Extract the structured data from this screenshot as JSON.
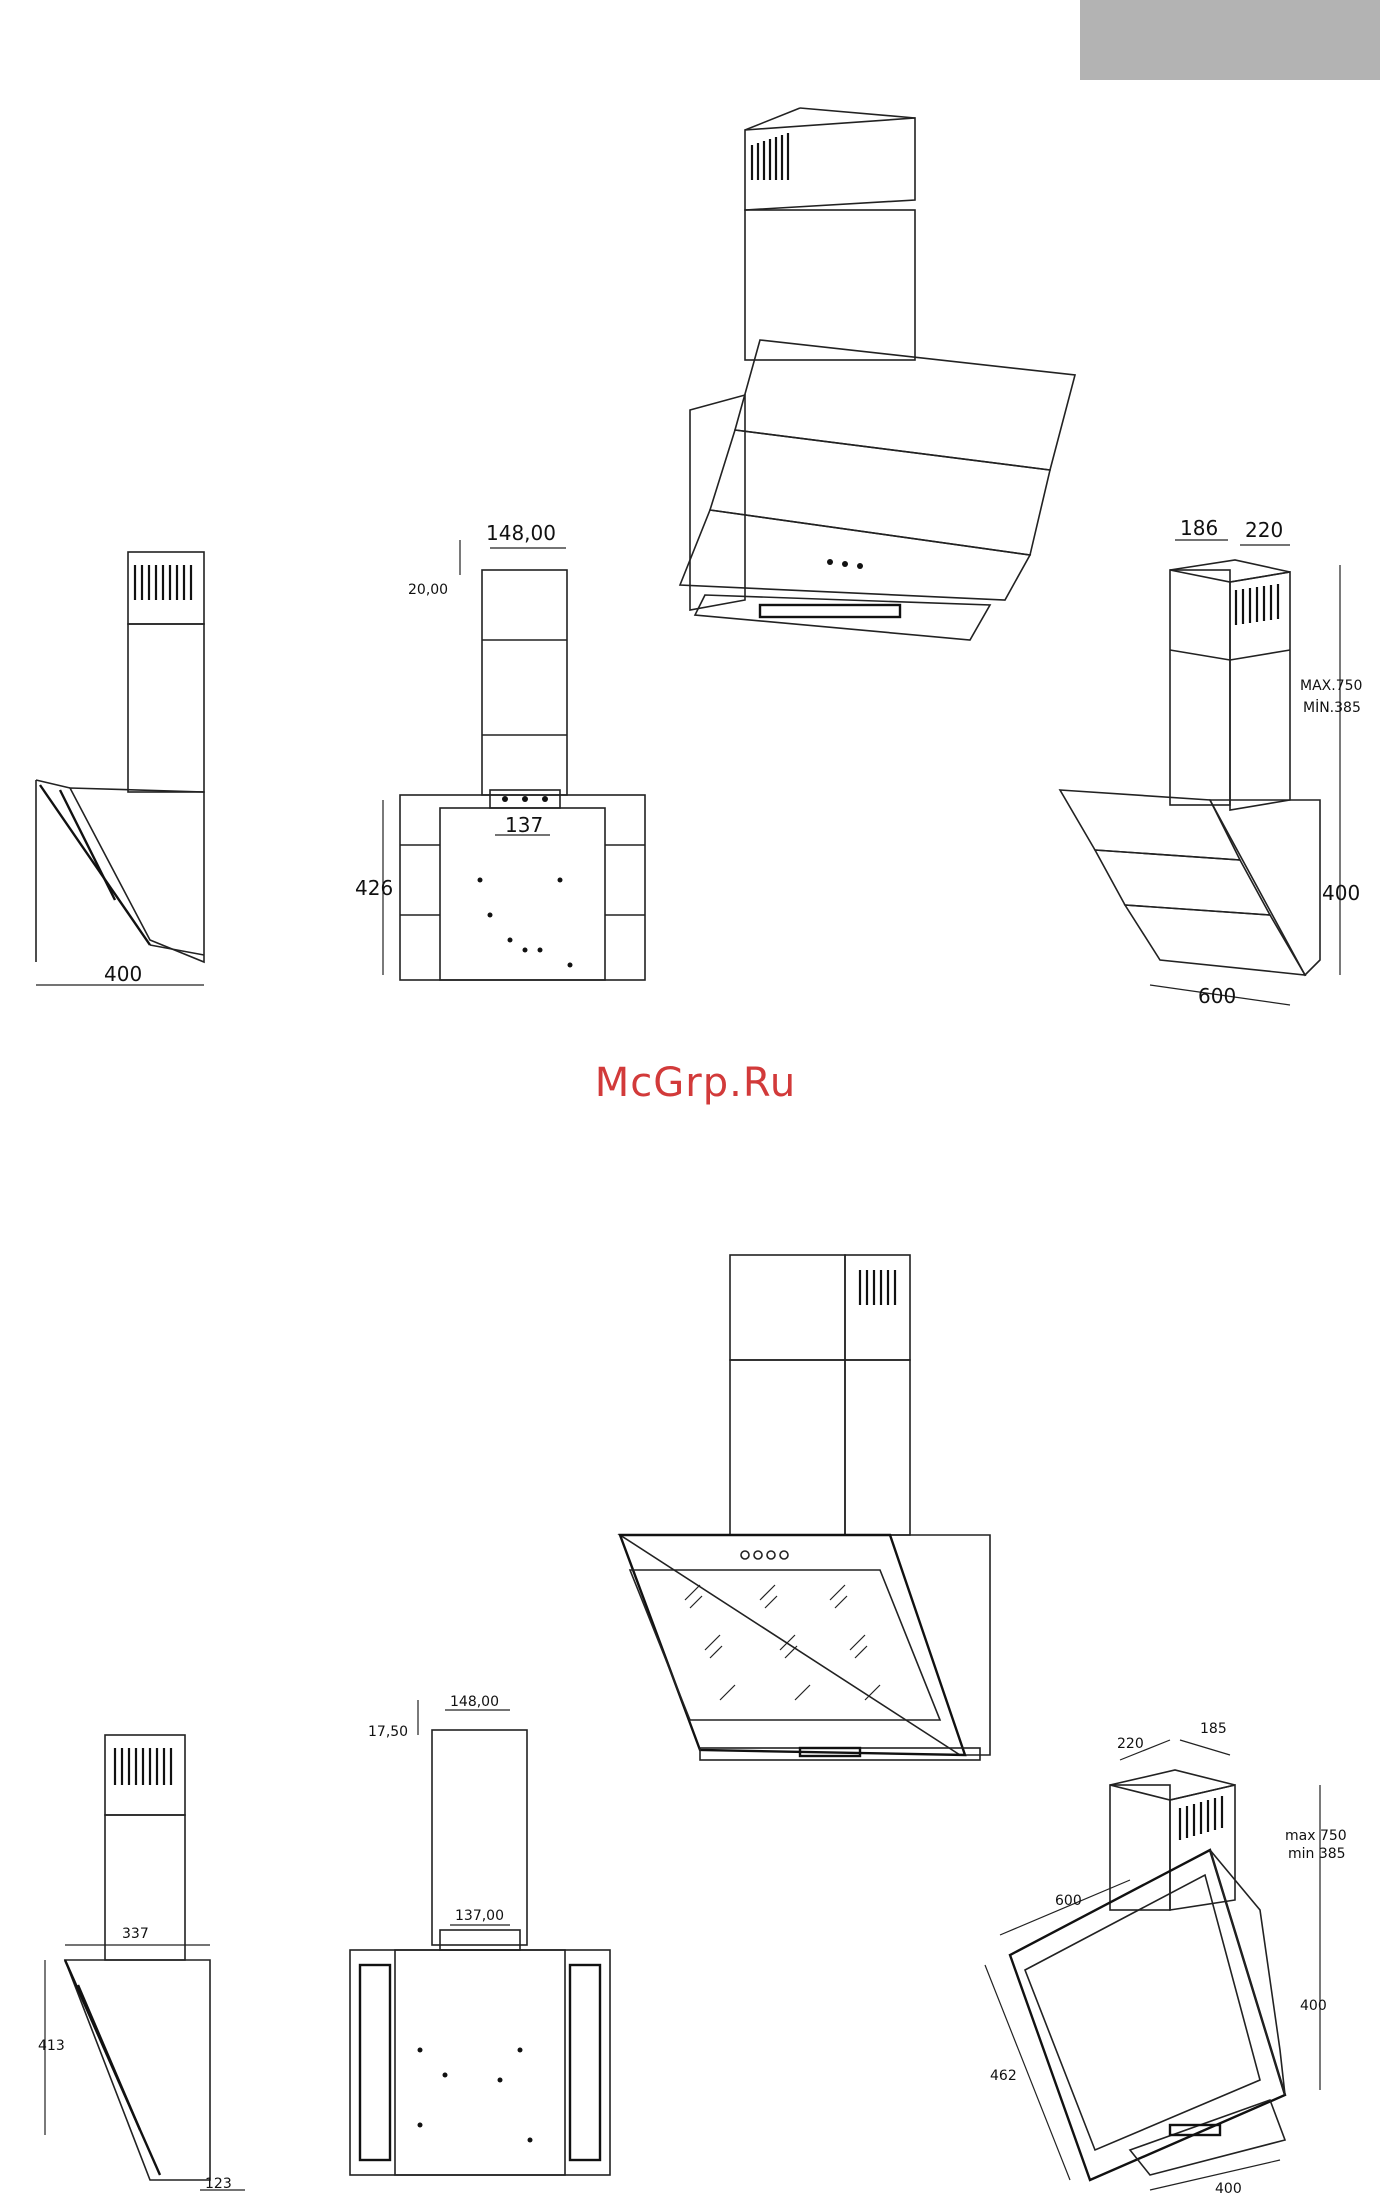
{
  "watermark": "McGrp.Ru",
  "colors": {
    "header_tab": "#b3b3b3",
    "watermark": "#d23a3a",
    "line": "#222222"
  },
  "diagram1": {
    "side_width": "400",
    "front_chimney_width": "148,00",
    "front_top_gap": "20,00",
    "front_bracket_width": "137",
    "front_height": "426",
    "iso_depth": "186",
    "iso_width": "220",
    "iso_max": "MAX.750",
    "iso_min": "MİN.385",
    "iso_body_height": "400",
    "iso_body_width": "600"
  },
  "diagram2": {
    "side_depth": "337",
    "side_height": "413",
    "side_bottom": "123",
    "front_chimney_width": "148,00",
    "front_top_gap": "17,50",
    "front_bracket_width": "137,00",
    "iso_width": "220",
    "iso_depth": "185",
    "iso_max": "max 750",
    "iso_min": "min 385",
    "iso_body_height": "400",
    "iso_width_front": "600",
    "iso_diag": "462",
    "iso_bottom": "400"
  }
}
